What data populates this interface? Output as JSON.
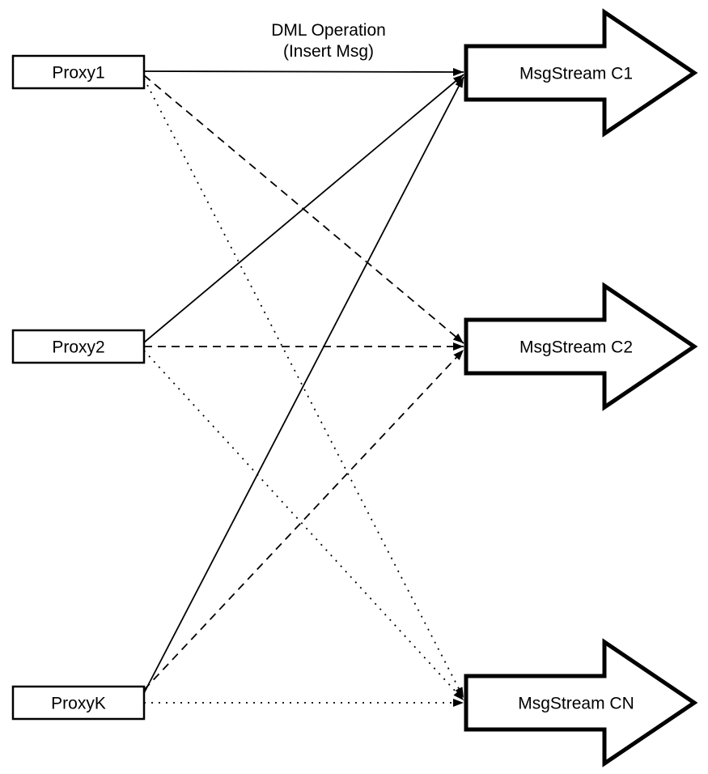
{
  "annotation": {
    "line1": "DML Operation",
    "line2": "(Insert Msg)"
  },
  "proxies": [
    {
      "label": "Proxy1"
    },
    {
      "label": "Proxy2"
    },
    {
      "label": "ProxyK"
    }
  ],
  "streams": [
    {
      "label": "MsgStream C1"
    },
    {
      "label": "MsgStream C2"
    },
    {
      "label": "MsgStream CN"
    }
  ],
  "edges": [
    {
      "from": "Proxy1",
      "to": "MsgStream C1",
      "style": "solid"
    },
    {
      "from": "Proxy2",
      "to": "MsgStream C1",
      "style": "solid"
    },
    {
      "from": "ProxyK",
      "to": "MsgStream C1",
      "style": "solid"
    },
    {
      "from": "Proxy1",
      "to": "MsgStream C2",
      "style": "dashed"
    },
    {
      "from": "Proxy2",
      "to": "MsgStream C2",
      "style": "dashed"
    },
    {
      "from": "ProxyK",
      "to": "MsgStream C2",
      "style": "dashed"
    },
    {
      "from": "Proxy1",
      "to": "MsgStream CN",
      "style": "dotted"
    },
    {
      "from": "Proxy2",
      "to": "MsgStream CN",
      "style": "dotted"
    },
    {
      "from": "ProxyK",
      "to": "MsgStream CN",
      "style": "dotted"
    }
  ],
  "colors": {
    "stroke": "#000000",
    "fill": "#ffffff"
  }
}
